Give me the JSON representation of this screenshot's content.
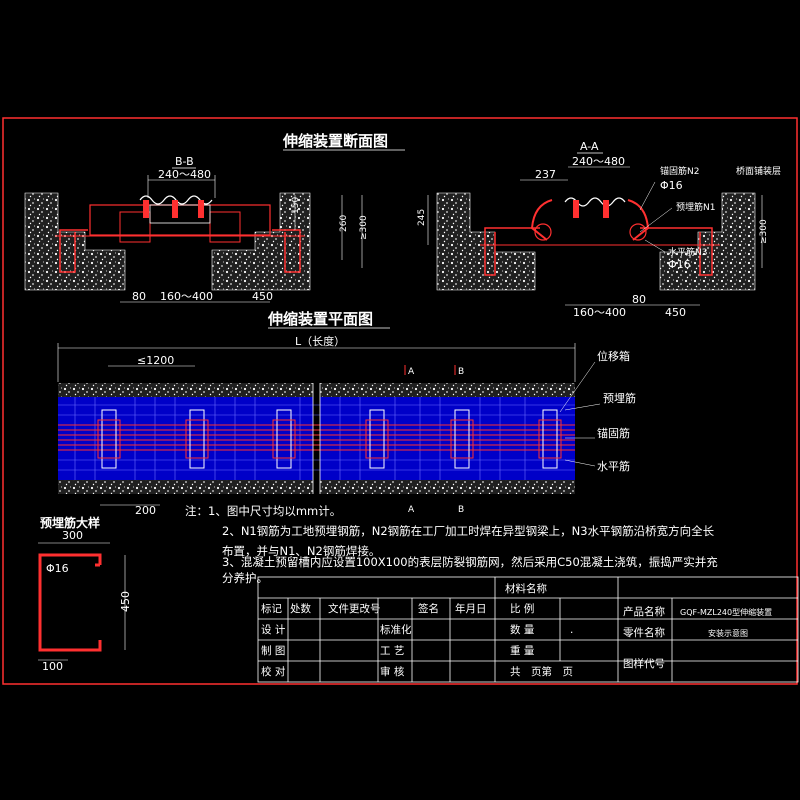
{
  "titles": {
    "section_view": "伸缩装置断面图",
    "plan_view": "伸缩装置平面图",
    "rebar_detail": "预埋筋大样"
  },
  "section_bb": {
    "label": "B-B",
    "dim_top": "240～480",
    "dim_150": "150",
    "dim_260": "260",
    "dim_300": "≥300",
    "dim_80": "80",
    "dim_gap": "160～400",
    "dim_450": "450"
  },
  "section_aa": {
    "label": "A-A",
    "dim_237": "237",
    "dim_top": "240～480",
    "dim_245": "245",
    "dim_300": "≥300",
    "dim_gap": "160～400",
    "dim_80": "80",
    "dim_450": "450",
    "lbl_n2": "锚固筋N2",
    "lbl_phi16_a": "Φ16",
    "lbl_surface": "桥面铺装层",
    "lbl_n1": "预埋筋N1",
    "lbl_n3": "水平筋N3",
    "lbl_phi16_b": "Φ16"
  },
  "plan": {
    "length_label": "L（长度）",
    "spacing_label": "≤1200",
    "cut_a": "A",
    "cut_b": "B",
    "lbl_box": "位移箱",
    "lbl_embed": "预埋筋",
    "lbl_anchor": "锚固筋",
    "lbl_horizontal": "水平筋",
    "dim_200": "200"
  },
  "detail": {
    "dim_300": "300",
    "dim_phi": "Φ16",
    "dim_450": "450",
    "dim_100": "100"
  },
  "notes": [
    "注：1、图中尺寸均以mm计。",
    "2、N1钢筋为工地预埋钢筋，N2钢筋在工厂加工时焊在异型钢梁上，N3水平钢筋沿桥宽方向全长",
    "布置，并与N1、N2钢筋焊接。",
    "3、混凝土预留槽内应设置100X100的表层防裂钢筋网，然后采用C50混凝土浇筑，振捣严实并充",
    "分养护。"
  ],
  "title_block": {
    "mark": "标记",
    "count": "处数",
    "doc_no": "文件更改号",
    "sign": "签名",
    "date": "年月日",
    "material": "材料名称",
    "scale": "比 例",
    "product_name": "产品名称",
    "product_value": "GQF-MZL240型伸缩装置",
    "design": "设 计",
    "standard": "标准化",
    "quantity": "数 量",
    "dot": ".",
    "part_name": "零件名称",
    "part_value": "安装示意图",
    "draw": "制 图",
    "craft": "工 艺",
    "weight": "重 量",
    "check": "校 对",
    "review": "审 核",
    "pages": "共　页第　页",
    "drawing_no": "图样代号"
  }
}
